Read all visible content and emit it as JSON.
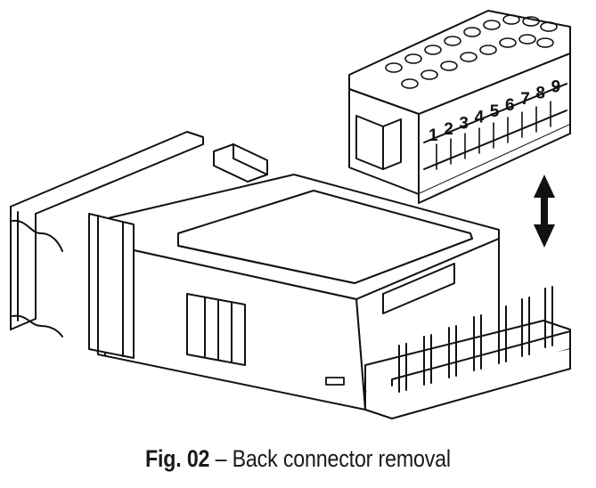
{
  "figure": {
    "caption_label": "Fig. 02",
    "caption_sep": " – ",
    "caption_text": "Back connector removal"
  },
  "connector": {
    "terminals": [
      "1",
      "2",
      "3",
      "4",
      "5",
      "6",
      "7",
      "8",
      "9"
    ]
  },
  "arrow": {
    "icon": "double-arrow-vertical-icon"
  },
  "colors": {
    "line": "#111111",
    "fill": "#ffffff"
  }
}
